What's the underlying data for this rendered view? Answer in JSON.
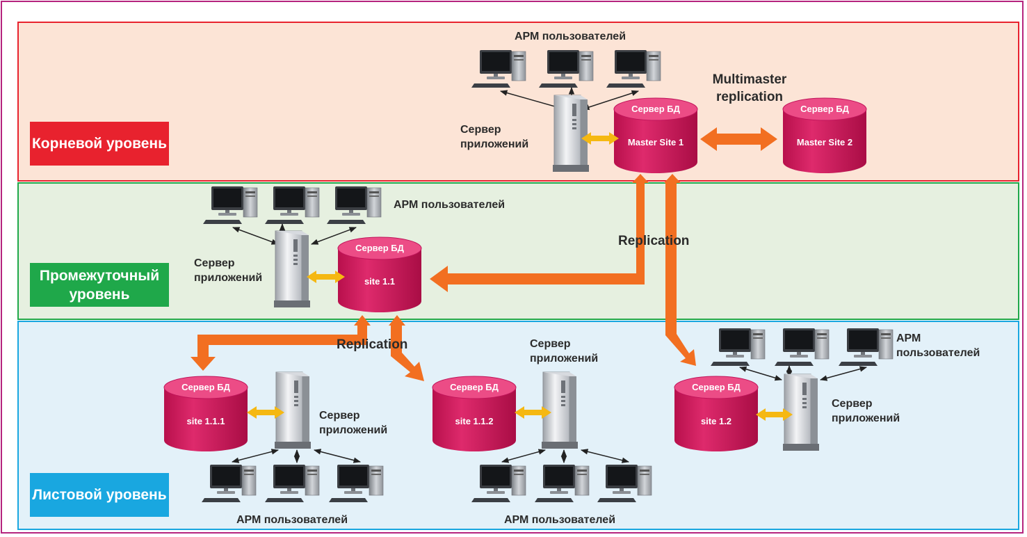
{
  "levels": {
    "root": "Корневой уровень",
    "middle": "Промежуточный уровень",
    "leaf": "Листовой уровень"
  },
  "labels": {
    "arm": "АРМ пользователей",
    "arm_line1": "АРМ",
    "arm_line2": "пользоватeлей",
    "app_server": "Сервер приложений",
    "db_server": "Сервер БД",
    "multimaster": "Multimaster replication",
    "replication": "Replication"
  },
  "sites": {
    "master1": "Master Site 1",
    "master2": "Master Site 2",
    "s11": "site 1.1",
    "s111": "site 1.1.1",
    "s112": "site 1.1.2",
    "s12": "site 1.2"
  },
  "colors": {
    "frame": "#b5247e",
    "root_band": "#fce4d6",
    "root_border": "#e8222e",
    "root_badge": "#e8222e",
    "middle_band": "#e6f0e0",
    "middle_border": "#1fa84a",
    "middle_badge": "#1fa84a",
    "leaf_band": "#e3f1f9",
    "leaf_border": "#19a7e0",
    "leaf_badge": "#19a7e0",
    "database": "#d4145a",
    "replication_arrow": "#f26f21",
    "link_arrow": "#f5b812"
  }
}
